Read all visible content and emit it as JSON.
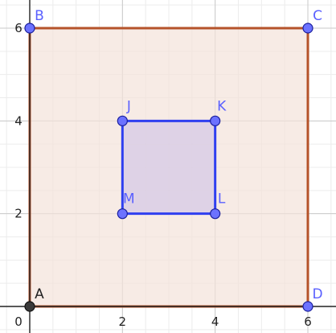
{
  "axes": {
    "x_ticks": [
      0,
      2,
      4,
      6
    ],
    "y_ticks": [
      2,
      4,
      6
    ],
    "xlim": [
      -0.6,
      6.6
    ],
    "ylim": [
      -0.6,
      6.6
    ],
    "major_grid_step": 2,
    "minor_grid_step": 0.5,
    "grid": true
  },
  "colors": {
    "outer_fill": "#f4e2da",
    "outer_stroke": "#b5532a",
    "inner_fill": "#d5c9e6",
    "inner_stroke": "#2f3ff0",
    "point_fill": "#6c72ff",
    "point_fill_origin": "#3a3a3a",
    "point_label": "#5a60ff",
    "origin_label": "#222222",
    "major_grid": "#c9c9c9",
    "minor_grid": "#ececec",
    "axis": "#222222"
  },
  "shapes": [
    {
      "name": "outer-square",
      "vertices": [
        "A",
        "B",
        "C",
        "D"
      ]
    },
    {
      "name": "inner-square",
      "vertices": [
        "M",
        "J",
        "K",
        "L"
      ]
    }
  ],
  "points": [
    {
      "id": "A",
      "label": "A",
      "x": 0,
      "y": 0
    },
    {
      "id": "B",
      "label": "B",
      "x": 0,
      "y": 6
    },
    {
      "id": "C",
      "label": "C",
      "x": 6,
      "y": 6
    },
    {
      "id": "D",
      "label": "D",
      "x": 6,
      "y": 0
    },
    {
      "id": "J",
      "label": "J",
      "x": 2,
      "y": 4
    },
    {
      "id": "K",
      "label": "K",
      "x": 4,
      "y": 4
    },
    {
      "id": "L",
      "label": "L",
      "x": 4,
      "y": 2
    },
    {
      "id": "M",
      "label": "M",
      "x": 2,
      "y": 2
    }
  ]
}
